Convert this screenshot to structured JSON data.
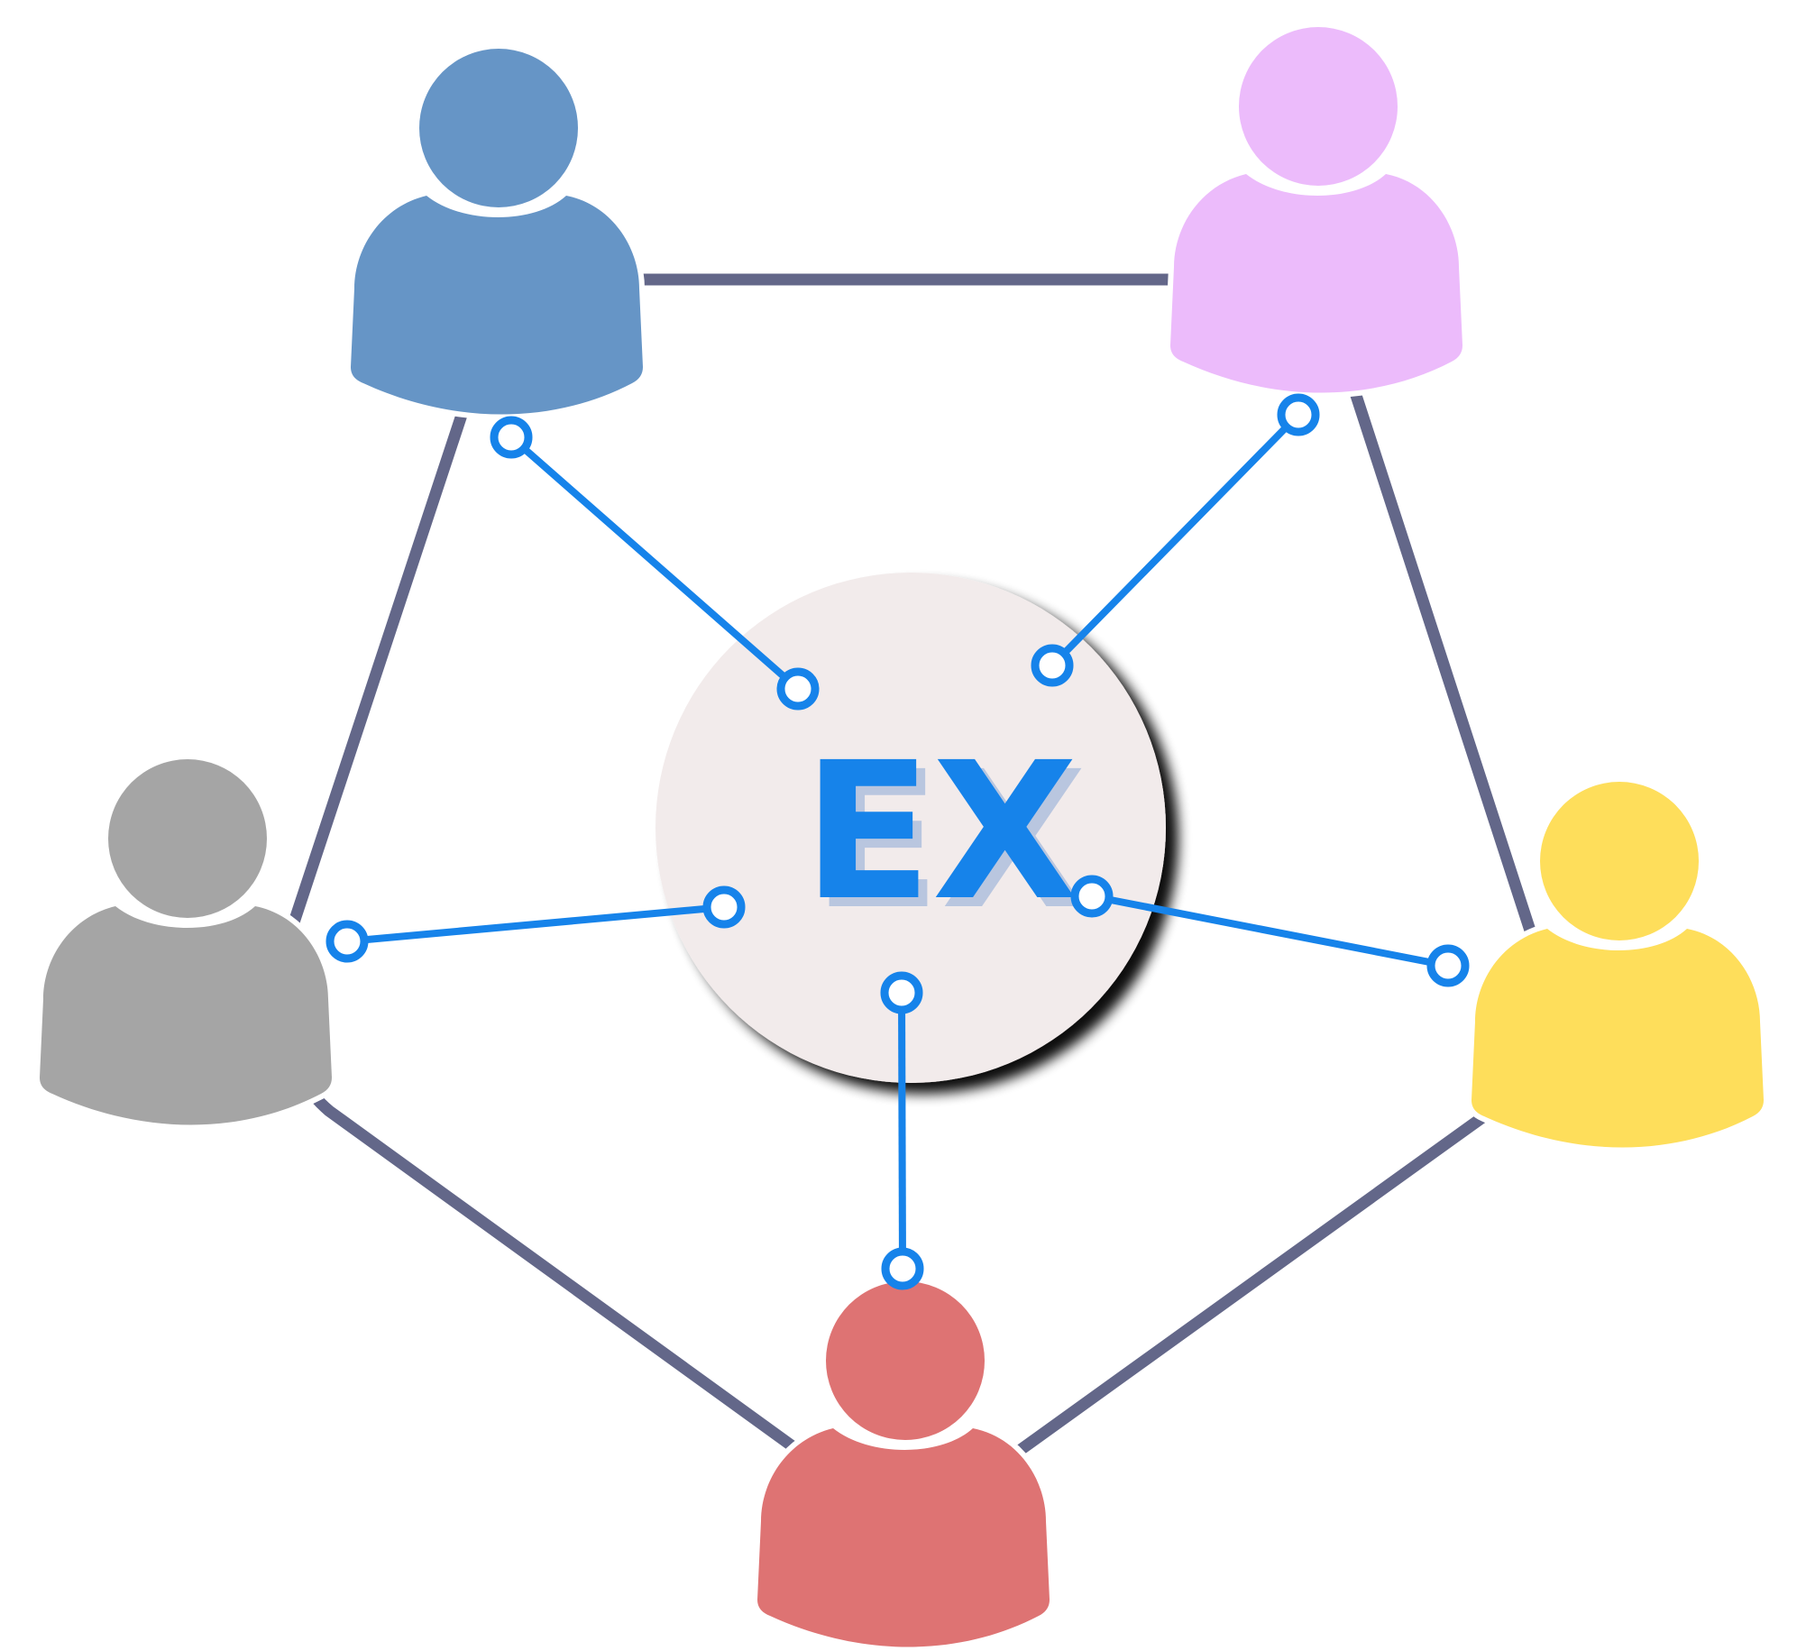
{
  "hub": {
    "label": "EX",
    "fill": "#f2ebeb",
    "text_color": "#1683ea",
    "text_shadow_color": "#b9c6df"
  },
  "colors": {
    "outer_link": "#636789",
    "spoke": "#1683ea",
    "person_outline": "#ffffff"
  },
  "people": [
    {
      "id": "top-left",
      "color": "#6695c6",
      "icon": "person-icon"
    },
    {
      "id": "top-right",
      "color": "#ecbbfb",
      "icon": "person-icon"
    },
    {
      "id": "right",
      "color": "#fede5b",
      "icon": "person-icon"
    },
    {
      "id": "bottom",
      "color": "#de7373",
      "icon": "person-icon"
    },
    {
      "id": "left",
      "color": "#a5a5a5",
      "icon": "person-icon"
    }
  ],
  "outer_links": [
    {
      "from": "top-left",
      "to": "top-right"
    },
    {
      "from": "top-right",
      "to": "right"
    },
    {
      "from": "right",
      "to": "bottom"
    },
    {
      "from": "bottom",
      "to": "left"
    },
    {
      "from": "left",
      "to": "top-left"
    }
  ],
  "spokes": [
    {
      "to": "top-left"
    },
    {
      "to": "top-right"
    },
    {
      "to": "right"
    },
    {
      "to": "bottom"
    },
    {
      "to": "left"
    }
  ]
}
